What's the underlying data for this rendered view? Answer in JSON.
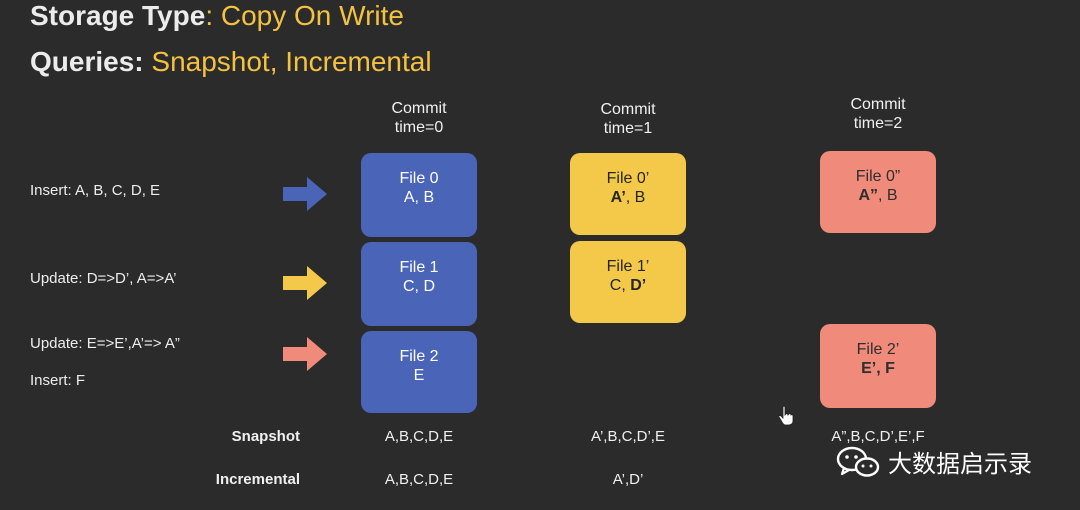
{
  "header": {
    "storage_label": "Storage Type",
    "storage_value": ": Copy On Write",
    "queries_label": "Queries:",
    "queries_value": " Snapshot, Incremental"
  },
  "commits": [
    {
      "line1": "Commit",
      "line2": "time=0"
    },
    {
      "line1": "Commit",
      "line2": "time=1"
    },
    {
      "line1": "Commit",
      "line2": "time=2"
    }
  ],
  "operations": {
    "insert": "Insert: A, B, C, D, E",
    "update1": "Update: D=>D’, A=>A’",
    "update2": "Update: E=>E’,A’=> A”",
    "insert2": "Insert:   F"
  },
  "arrow_colors": {
    "blue": "#4a64b8",
    "yellow": "#f4c94a",
    "salmon": "#f08a7b"
  },
  "files": {
    "t0": [
      {
        "name": "File 0",
        "content": "A, B"
      },
      {
        "name": "File 1",
        "content": "C, D"
      },
      {
        "name": "File 2",
        "content": "E"
      }
    ],
    "t1": [
      {
        "name": "File 0’",
        "bold": "A’",
        "rest": ", B"
      },
      {
        "name": "File 1’",
        "rest": "C, ",
        "bold": "D’"
      }
    ],
    "t2": [
      {
        "name": "File 0”",
        "bold": "A”",
        "rest": ", B"
      },
      {
        "name": "File 2’",
        "bold": "E’, F"
      }
    ]
  },
  "table": {
    "snapshot_label": "Snapshot",
    "incremental_label": "Incremental",
    "snapshot": [
      "A,B,C,D,E",
      "A’,B,C,D’,E",
      "A”,B,C,D’,E’,F"
    ],
    "incremental": [
      "A,B,C,D,E",
      "A’,D’"
    ]
  },
  "watermark": {
    "text": "大数据启示录",
    "icon": "wechat-icon"
  }
}
